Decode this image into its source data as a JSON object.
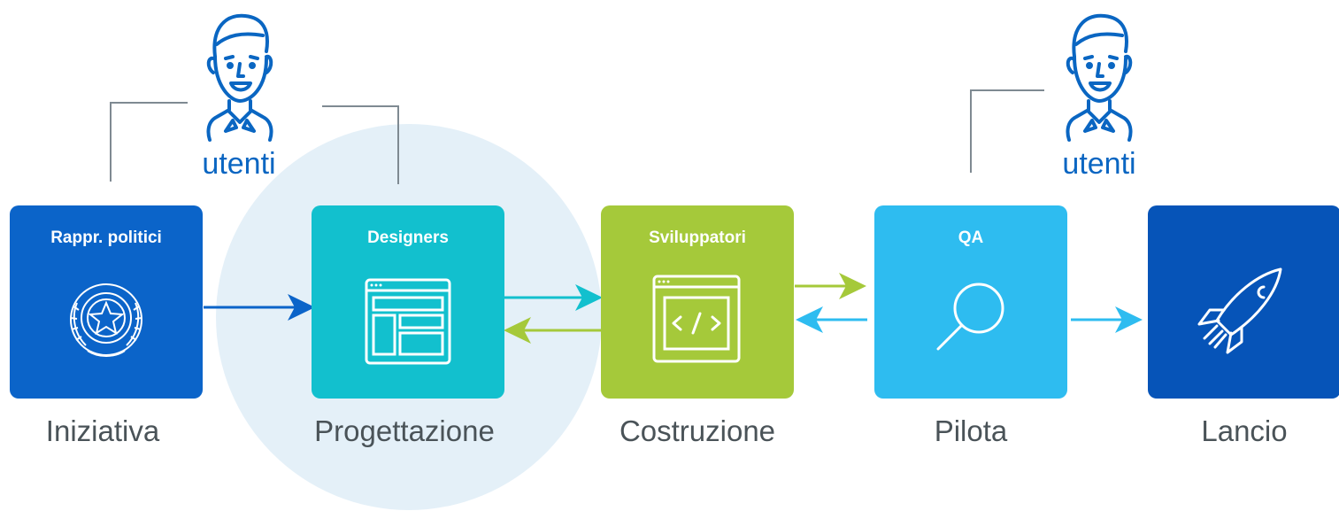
{
  "colors": {
    "dark_blue": "#0b64c9",
    "teal": "#12c0ce",
    "green": "#a5c93a",
    "light_blue": "#2ebcf0",
    "navy": "#0654b8",
    "circle": "#e4f0f8",
    "line": "#7f8a92"
  },
  "users": [
    {
      "label": "utenti",
      "icon": "user-icon"
    },
    {
      "label": "utenti",
      "icon": "user-icon"
    }
  ],
  "stages": [
    {
      "card": "Rappr. politici",
      "label": "Iniziativa",
      "icon": "emblem-icon"
    },
    {
      "card": "Designers",
      "label": "Progettazione",
      "icon": "layout-icon"
    },
    {
      "card": "Sviluppatori",
      "label": "Costruzione",
      "icon": "code-icon"
    },
    {
      "card": "QA",
      "label": "Pilota",
      "icon": "magnifier-icon"
    },
    {
      "card": "",
      "label": "Lancio",
      "icon": "rocket-icon"
    }
  ]
}
